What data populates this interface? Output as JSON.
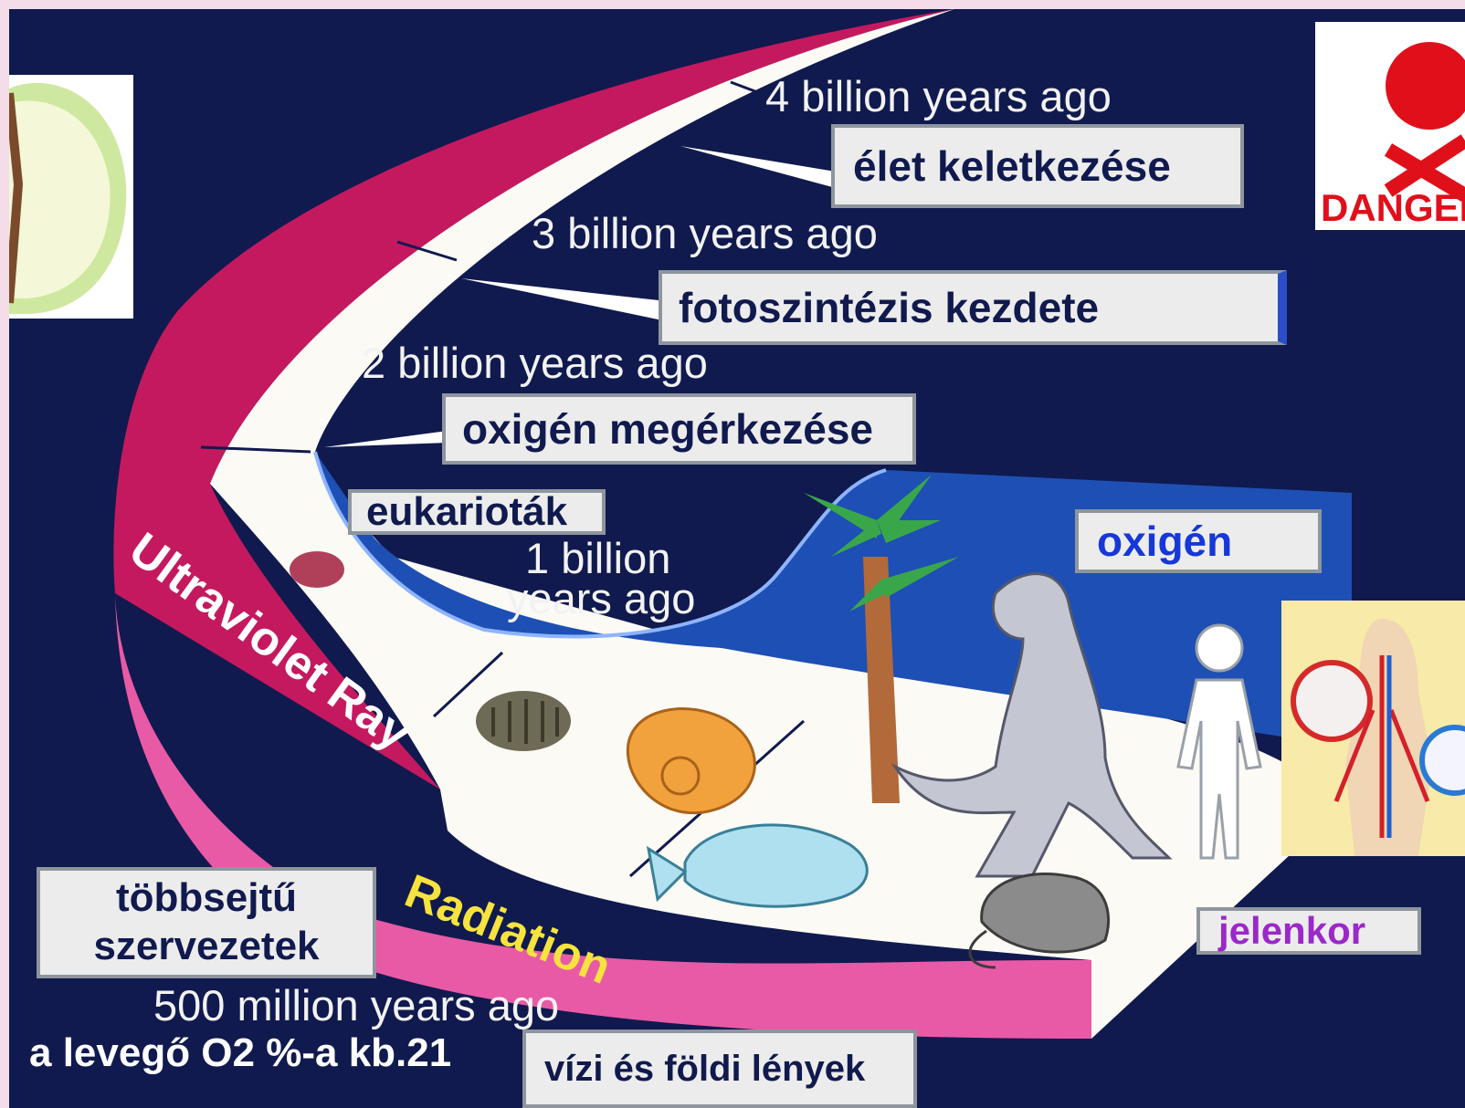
{
  "timeline": {
    "years": {
      "y4": "4 billion years ago",
      "y3": "3 billion years ago",
      "y2": "2 billion years ago",
      "y1a": "1 billion",
      "y1b": "years ago",
      "y500": "500 million years ago"
    },
    "band_labels": {
      "uv": "Ultraviolet Ray",
      "radiation": "Radiation"
    }
  },
  "labels": {
    "elet": "élet keletkezése",
    "foto": "fotoszintézis kezdete",
    "oxigen_meg": "oxigén megérkezése",
    "eukariotak": "eukarioták",
    "oxigen": "oxigén",
    "tobbsejtu_1": "többsejtű",
    "tobbsejtu_2": "szervezetek",
    "jelenkor": "jelenkor",
    "vizi": "vízi és földi lények",
    "levego": "a levegő O2 %-a kb.21"
  },
  "inset": {
    "danger": "DANGER"
  },
  "colors": {
    "background": "#101a4e",
    "uv_band": "#c4195f",
    "radiation_band": "#e85aa6",
    "timeline_path": "#fbfaf5",
    "oxygen_fill": "#1e4fb4",
    "label_text": "#101a4e",
    "oxigen_text": "#1638d8",
    "jelenkor_text": "#9b28c8",
    "radiation_text": "#f6e33e"
  }
}
